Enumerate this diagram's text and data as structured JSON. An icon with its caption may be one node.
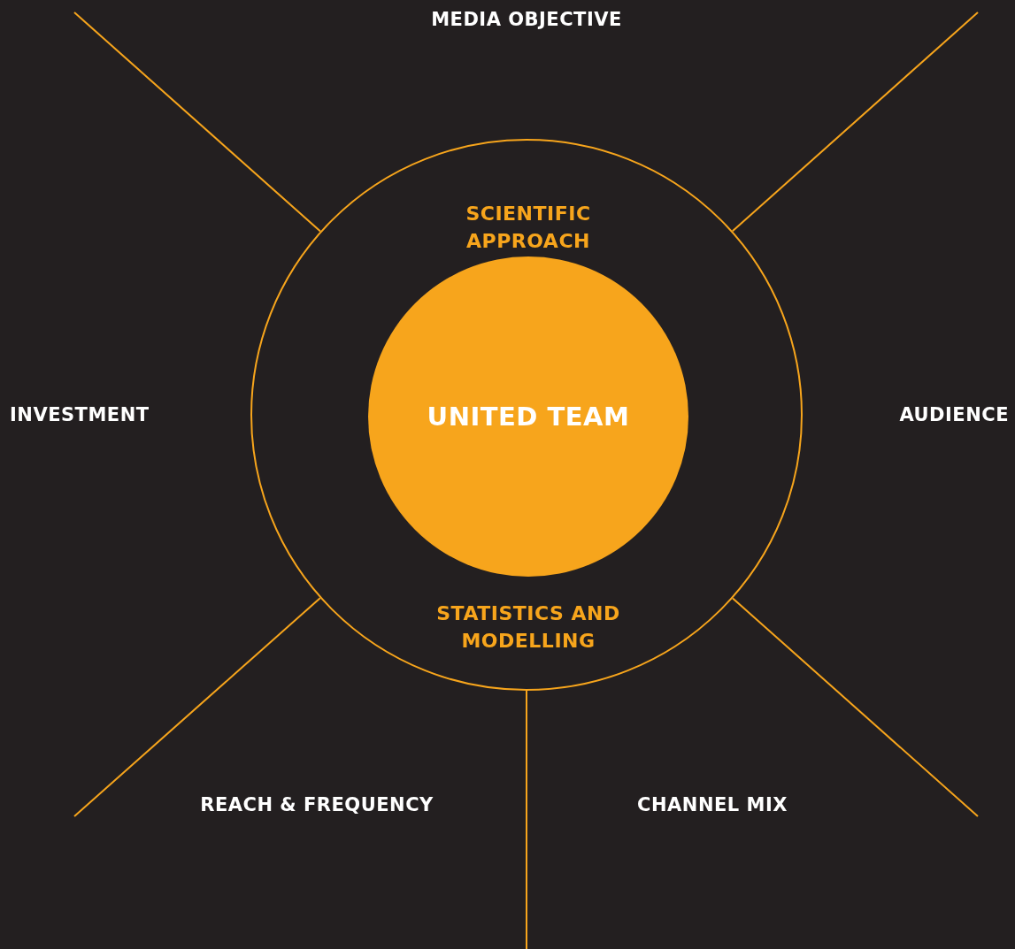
{
  "diagram": {
    "nodes": [
      {
        "text": [
          "SCIENTIFIC APPROACH",
          "STATISTICS AND MODELLING"
        ]
      },
      {
        "text": [
          "UNITED TEAM"
        ],
        "in": 0
      }
    ],
    "labels": [
      "MEDIA OBJECTIVE",
      "INVESTMENT",
      "AUDIENCE",
      "REACH & FREQUENCY",
      "CHANNEL MIX"
    ]
  }
}
